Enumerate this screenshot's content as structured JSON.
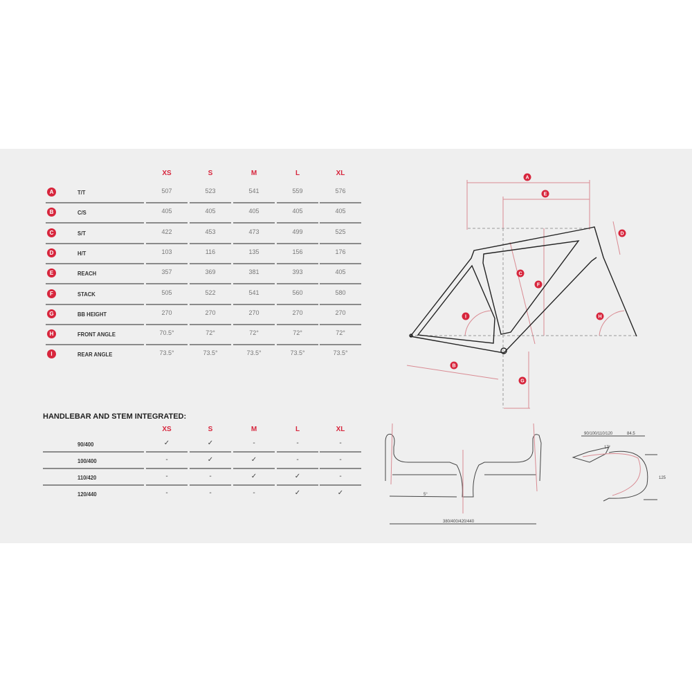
{
  "sizes": [
    "XS",
    "S",
    "M",
    "L",
    "XL"
  ],
  "geometry": [
    {
      "letter": "A",
      "label": "T/T",
      "values": [
        "507",
        "523",
        "541",
        "559",
        "576"
      ]
    },
    {
      "letter": "B",
      "label": "C/S",
      "values": [
        "405",
        "405",
        "405",
        "405",
        "405"
      ]
    },
    {
      "letter": "C",
      "label": "S/T",
      "values": [
        "422",
        "453",
        "473",
        "499",
        "525"
      ]
    },
    {
      "letter": "D",
      "label": "H/T",
      "values": [
        "103",
        "116",
        "135",
        "156",
        "176"
      ]
    },
    {
      "letter": "E",
      "label": "REACH",
      "values": [
        "357",
        "369",
        "381",
        "393",
        "405"
      ]
    },
    {
      "letter": "F",
      "label": "STACK",
      "values": [
        "505",
        "522",
        "541",
        "560",
        "580"
      ]
    },
    {
      "letter": "G",
      "label": "BB HEIGHT",
      "values": [
        "270",
        "270",
        "270",
        "270",
        "270"
      ]
    },
    {
      "letter": "H",
      "label": "FRONT ANGLE",
      "values": [
        "70.5°",
        "72°",
        "72°",
        "72°",
        "72°"
      ]
    },
    {
      "letter": "I",
      "label": "REAR ANGLE",
      "values": [
        "73.5°",
        "73.5°",
        "73.5°",
        "73.5°",
        "73.5°"
      ]
    }
  ],
  "handlebar": {
    "title": "HANDLEBAR AND STEM INTEGRATED:",
    "rows": [
      {
        "label": "90/400",
        "values": [
          "✓",
          "✓",
          "-",
          "-",
          "-"
        ]
      },
      {
        "label": "100/400",
        "values": [
          "-",
          "✓",
          "✓",
          "-",
          "-"
        ]
      },
      {
        "label": "110/420",
        "values": [
          "-",
          "-",
          "✓",
          "✓",
          "-"
        ]
      },
      {
        "label": "120/440",
        "values": [
          "-",
          "-",
          "-",
          "✓",
          "✓"
        ]
      }
    ],
    "dims": {
      "width": "380/400/420/440",
      "flare": "5°",
      "stem": "90/100/110/120",
      "reach": "84.5",
      "drop": "125",
      "angle": "17°"
    }
  },
  "colors": {
    "accent": "#d7263d",
    "background": "#efefef"
  }
}
